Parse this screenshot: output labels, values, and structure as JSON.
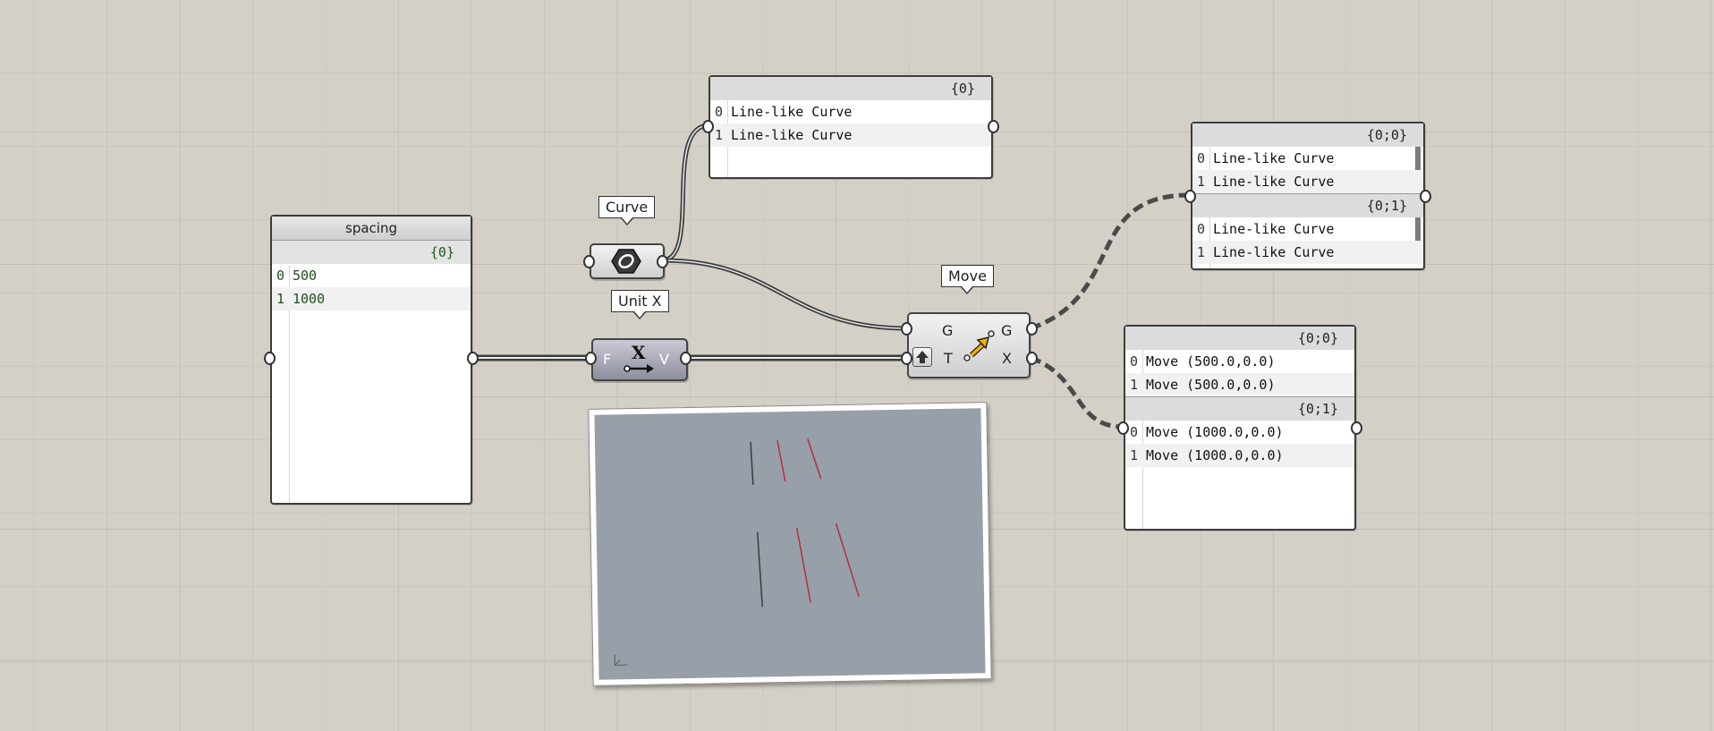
{
  "panels": {
    "spacing": {
      "title": "spacing",
      "branch": "{0}",
      "items": [
        {
          "index": "0",
          "value": "500"
        },
        {
          "index": "1",
          "value": "1000"
        }
      ]
    },
    "curves": {
      "branch": "{0}",
      "items": [
        {
          "index": "0",
          "value": "Line-like Curve"
        },
        {
          "index": "1",
          "value": "Line-like Curve"
        }
      ]
    },
    "moved_curves": {
      "branches": [
        {
          "path": "{0;0}",
          "items": [
            {
              "index": "0",
              "value": "Line-like Curve"
            },
            {
              "index": "1",
              "value": "Line-like Curve"
            }
          ]
        },
        {
          "path": "{0;1}",
          "items": [
            {
              "index": "0",
              "value": "Line-like Curve"
            },
            {
              "index": "1",
              "value": "Line-like Curve"
            }
          ]
        }
      ]
    },
    "transforms": {
      "branches": [
        {
          "path": "{0;0}",
          "items": [
            {
              "index": "0",
              "value": "Move (500.0,0.0)"
            },
            {
              "index": "1",
              "value": "Move (500.0,0.0)"
            }
          ]
        },
        {
          "path": "{0;1}",
          "items": [
            {
              "index": "0",
              "value": "Move (1000.0,0.0)"
            },
            {
              "index": "1",
              "value": "Move (1000.0,0.0)"
            }
          ]
        }
      ]
    }
  },
  "components": {
    "curve": {
      "tag": "Curve",
      "icon": "curve-param-icon"
    },
    "unit_x": {
      "tag": "Unit X",
      "input": "F",
      "output": "V",
      "icon": "unit-x-icon",
      "icon_glyph": "X"
    },
    "move": {
      "tag": "Move",
      "inputs": [
        "G",
        "T"
      ],
      "outputs": [
        "G",
        "X"
      ],
      "icon": "move-arrow-icon"
    }
  },
  "viewport": {
    "icon": "axis-icon"
  },
  "colors": {
    "canvas": "#d4d0c8",
    "wire": "#555555",
    "selected_curve": "#b03040",
    "curve": "#3a3a3a",
    "viewport": "#97a0a9"
  }
}
